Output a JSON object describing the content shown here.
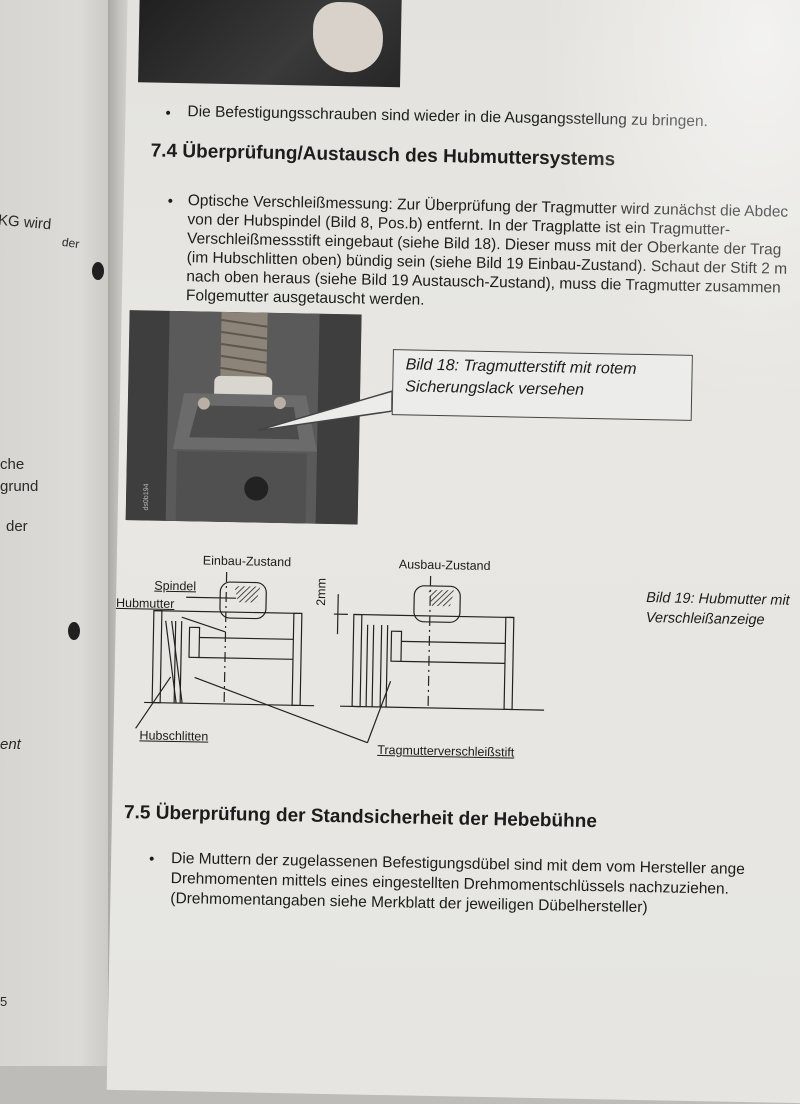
{
  "left_page": {
    "fragments": [
      "KG wird",
      "der",
      "che",
      "grund",
      "der",
      "ent",
      "5"
    ]
  },
  "page": {
    "top_bullet": "Die Befestigungsschrauben sind wieder in die Ausgangsstellung zu bringen.",
    "section_74": {
      "title": "7.4 Überprüfung/Austausch des Hubmuttersystems",
      "lines": [
        "Optische Verschleißmessung: Zur Überprüfung der Tragmutter wird zunächst die Abdec",
        "von der Hubspindel (Bild 8, Pos.b) entfernt.  In der Tragplatte ist ein Tragmutter-",
        "Verschleißmessstift eingebaut (siehe Bild 18).  Dieser muss mit der Oberkante der Trag",
        "(im Hubschlitten oben) bündig sein (siehe Bild 19 Einbau-Zustand).  Schaut der Stift 2 m",
        "nach oben heraus (siehe Bild 19 Austausch-Zustand), muss die Tragmutter zusammen",
        "Folgemutter ausgetauscht werden."
      ]
    },
    "photo_code": "ds0b194",
    "figure18_caption": [
      "Bild 18: Tragmutterstift mit rotem",
      "Sicherungslack versehen"
    ],
    "figure19": {
      "state_left": "Einbau-Zustand",
      "state_right": "Ausbau-Zustand",
      "label_spindel": "Spindel",
      "label_hubmutter": "Hubmutter",
      "label_2mm": "2mm",
      "label_hubschlitten": "Hubschlitten",
      "label_stift": "Tragmutterverschleißstift",
      "caption": [
        "Bild 19: Hubmutter mit",
        "Verschleißanzeige"
      ]
    },
    "section_75": {
      "title": "7.5 Überprüfung der Standsicherheit der Hebebühne",
      "lines": [
        "Die Muttern der zugelassenen Befestigungsdübel sind mit dem vom Hersteller ange",
        "Drehmomenten mittels eines eingestellten Drehmomentschlüssels nachzuziehen.",
        "(Drehmomentangaben siehe Merkblatt der jeweiligen Dübelhersteller)"
      ]
    }
  }
}
